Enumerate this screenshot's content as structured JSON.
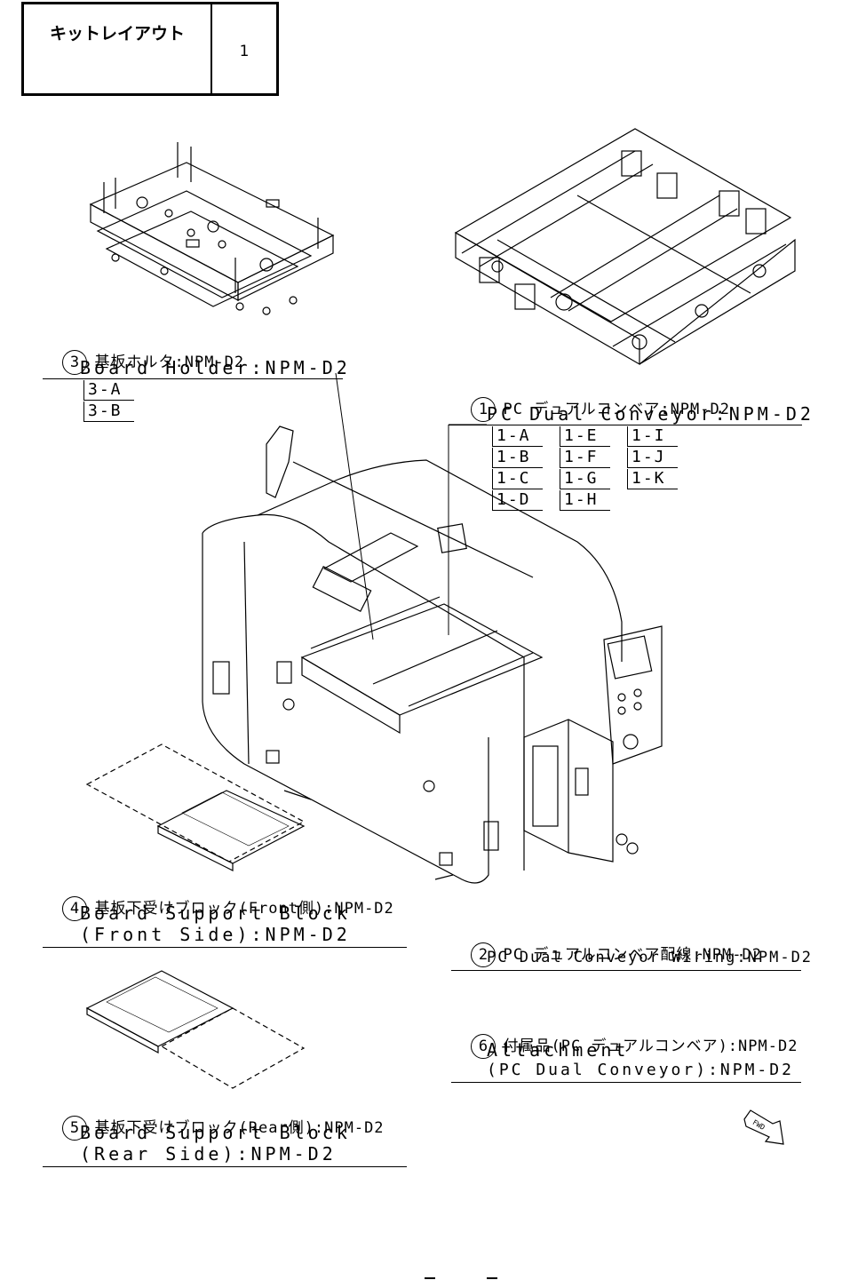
{
  "title_box": {
    "name": "キットレイアウト",
    "page": "1"
  },
  "items": {
    "i3": {
      "num": "3",
      "jp": "基板ホルタ:NPM-D2",
      "en": "Board Holder:NPM-D2",
      "subs": [
        "3-A",
        "3-B"
      ]
    },
    "i1": {
      "num": "1",
      "jp": "PC デュアルコンベア:NPM-D2",
      "en": "PC Dual Conveyor:NPM-D2",
      "subs": [
        "1-A",
        "1-B",
        "1-C",
        "1-D",
        "1-E",
        "1-F",
        "1-G",
        "1-H",
        "1-I",
        "1-J",
        "1-K"
      ]
    },
    "i4": {
      "num": "4",
      "jp": "基板下受けブロック(Front側):NPM-D2",
      "en1": "Board Support Block",
      "en2": "(Front Side):NPM-D2"
    },
    "i2": {
      "num": "2",
      "jp": "PC デュアルコンベア配線:NPM-D2",
      "en": "PC Dual Conveyor Wiring:NPM-D2"
    },
    "i6": {
      "num": "6",
      "jp": "付属品(PC デュアルコンベア):NPM-D2",
      "en1": "Attachment",
      "en2": "(PC Dual Conveyor):NPM-D2"
    },
    "i5": {
      "num": "5",
      "jp": "基板下受けブロック(Rear側):NPM-D2",
      "en1": "Board Support Block",
      "en2": "(Rear Side):NPM-D2"
    }
  },
  "view_arrow": "FWD",
  "icons": [
    "board-holder-drawing",
    "dual-conveyor-drawing",
    "machine-drawing",
    "support-block-front-drawing",
    "support-block-rear-drawing",
    "direction-arrow-icon"
  ]
}
